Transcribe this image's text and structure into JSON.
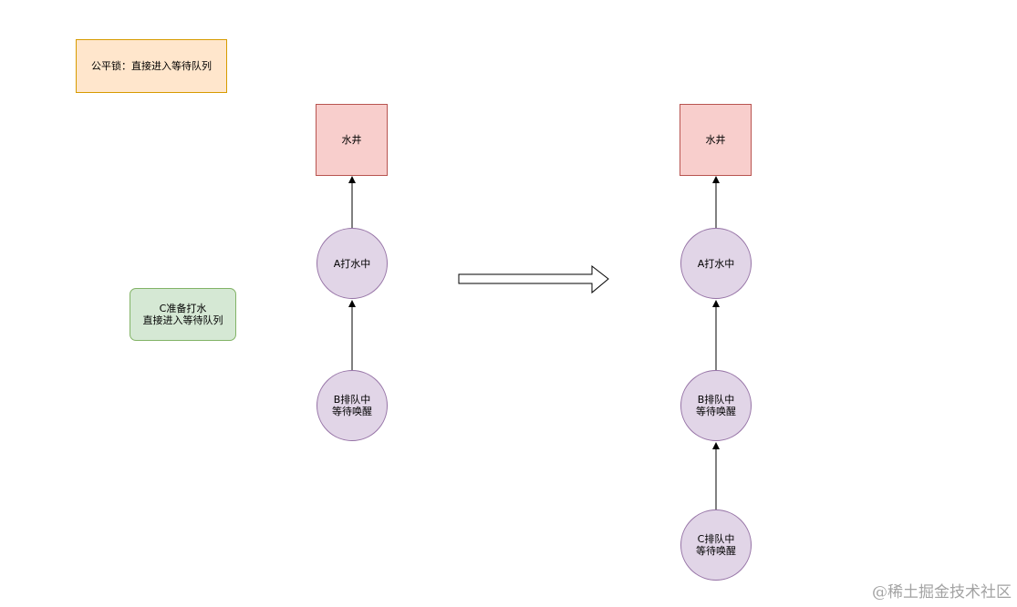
{
  "notes": {
    "fair_lock": "公平锁：直接进入等待队列",
    "c_ready": "C准备打水\n直接进入等待队列"
  },
  "before": {
    "well": "水井",
    "a": "A打水中",
    "b": "B排队中\n等待唤醒"
  },
  "after": {
    "well": "水井",
    "a": "A打水中",
    "b": "B排队中\n等待唤醒",
    "c": "C排队中\n等待唤醒"
  },
  "watermark": "@稀土掘金技术社区",
  "colors": {
    "note_orange_fill": "#ffe6cc",
    "note_orange_stroke": "#d79b00",
    "note_green_fill": "#d5e8d4",
    "note_green_stroke": "#82b366",
    "well_fill": "#f8cecc",
    "well_stroke": "#b85450",
    "node_fill": "#e1d5e7",
    "node_stroke": "#9673a6"
  }
}
